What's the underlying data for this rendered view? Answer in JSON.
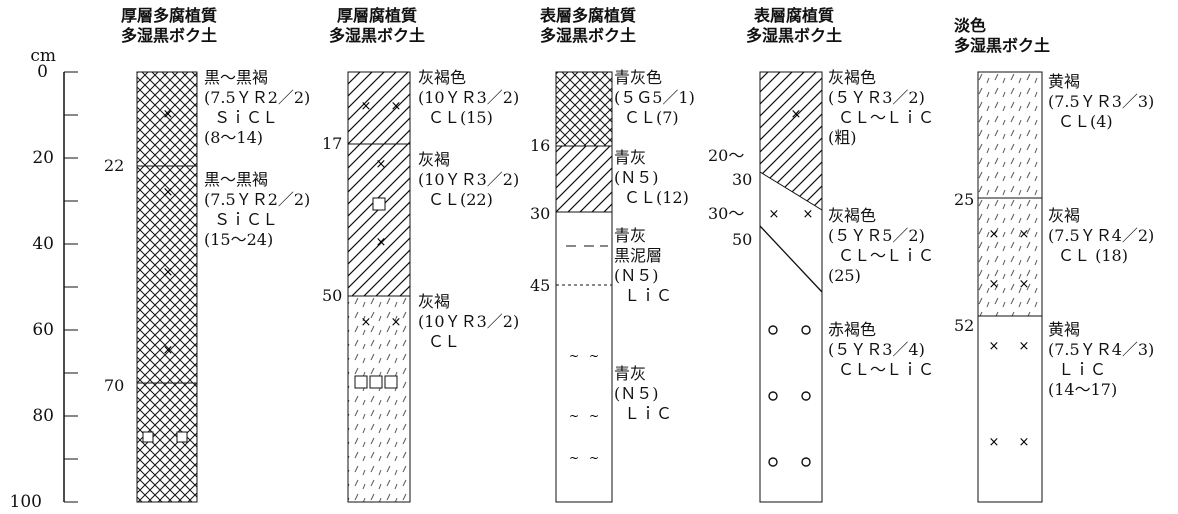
{
  "axis": {
    "unit": "cm",
    "ticks": [
      "0",
      "20",
      "40",
      "60",
      "80",
      "100"
    ]
  },
  "profiles": [
    {
      "title_line1": "厚層多腐植質",
      "title_line2": "多湿黒ボク土",
      "depth_marks": [
        "22",
        "70"
      ],
      "descriptions": [
        [
          "黒～黒褐",
          "(7.5ＹＲ2／2)",
          "ＳｉＣＬ",
          "(8～14)"
        ],
        [
          "黒～黒褐",
          "(7.5ＹＲ2／2)",
          "ＳｉＣＬ",
          "(15～24)"
        ]
      ]
    },
    {
      "title_line1": "厚層腐植質",
      "title_line2": "多湿黒ボク土",
      "depth_marks": [
        "17",
        "50"
      ],
      "descriptions": [
        [
          "灰褐色",
          "(10ＹＲ3／2)",
          "ＣＬ(15)"
        ],
        [
          "灰褐",
          "(10ＹＲ3／2)",
          "ＣＬ(22)"
        ],
        [
          "灰褐",
          "(10ＹＲ3／2)",
          "ＣＬ"
        ]
      ]
    },
    {
      "title_line1": "表層多腐植質",
      "title_line2": "多湿黒ボク土",
      "depth_marks": [
        "16",
        "30",
        "45"
      ],
      "descriptions": [
        [
          "青灰色",
          "(５Ｇ5／1)",
          "ＣＬ(7)"
        ],
        [
          "青灰",
          "(Ｎ５)",
          "ＣＬ(12)"
        ],
        [
          "青灰",
          "黒泥層",
          "(Ｎ５)",
          "ＬｉＣ"
        ],
        [
          "青灰",
          "(Ｎ５)",
          "ＬｉＣ"
        ]
      ]
    },
    {
      "title_line1": "表層腐植質",
      "title_line2": "多湿黒ボク土",
      "depth_marks": [
        "20～",
        "30",
        "30～",
        "50"
      ],
      "descriptions": [
        [
          "灰褐色",
          "(５ＹＲ3／2)",
          "ＣＬ～ＬｉＣ",
          "(粗)"
        ],
        [
          "灰褐色",
          "(５ＹＲ5／2)",
          "ＣＬ～ＬｉＣ",
          "(25)"
        ],
        [
          "赤褐色",
          "(５ＹＲ3／4)",
          "ＣＬ～ＬｉＣ"
        ]
      ]
    },
    {
      "title_line1": "淡色",
      "title_line2": "多湿黒ボク土",
      "depth_marks": [
        "25",
        "52"
      ],
      "descriptions": [
        [
          "黄褐",
          "(7.5ＹＲ3／3)",
          "ＣＬ(4)"
        ],
        [
          "灰褐",
          "(7.5ＹＲ4／2)",
          "ＣＬ (18)"
        ],
        [
          "黄褐",
          "(7.5ＹＲ4／3)",
          "ＬｉＣ",
          "(14～17)"
        ]
      ]
    }
  ]
}
